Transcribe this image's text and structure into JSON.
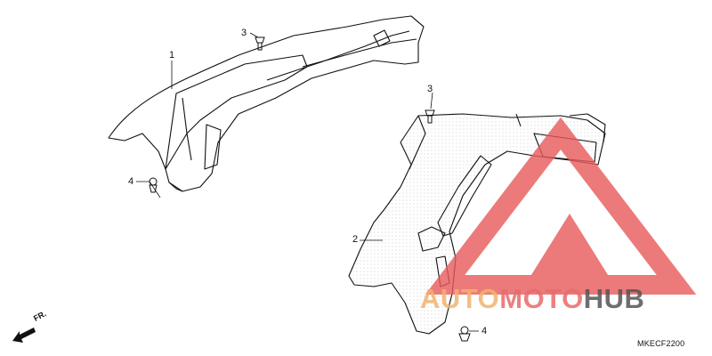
{
  "diagram": {
    "callouts": [
      {
        "id": "1",
        "label": "1"
      },
      {
        "id": "3a",
        "label": "3"
      },
      {
        "id": "4a",
        "label": "4"
      },
      {
        "id": "3b",
        "label": "3"
      },
      {
        "id": "2",
        "label": "2"
      },
      {
        "id": "4b",
        "label": "4"
      }
    ],
    "direction_label": "FR.",
    "diagram_code": "MKECF2200"
  },
  "watermark": {
    "part1": "AUTO",
    "part2": "MOTO",
    "part3": "HUB",
    "color_triangle": "#e85a5a",
    "color_auto": "#f2b36e",
    "color_moto": "#e86b6b",
    "color_hub": "#555555"
  }
}
